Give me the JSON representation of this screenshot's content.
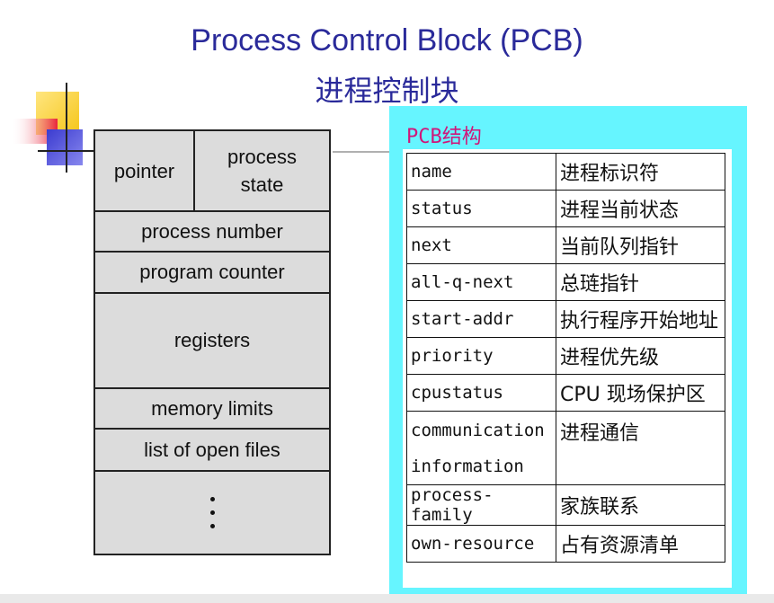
{
  "title": {
    "english": "Process Control Block (PCB)",
    "chinese": "进程控制块"
  },
  "pcb_diagram": {
    "pointer": "pointer",
    "process_state": "process state",
    "rows": [
      "process number",
      "program counter",
      "registers",
      "memory limits",
      "list of open files"
    ],
    "ellipsis": "⋮"
  },
  "pcb_structure": {
    "title": "PCB结构",
    "fields": [
      {
        "name": "name",
        "desc": "进程标识符"
      },
      {
        "name": "status",
        "desc": "进程当前状态"
      },
      {
        "name": "next",
        "desc": "当前队列指针"
      },
      {
        "name": "all-q-next",
        "desc": "总琏指针"
      },
      {
        "name": "start-addr",
        "desc": "执行程序开始地址"
      },
      {
        "name": "priority",
        "desc": "进程优先级"
      },
      {
        "name": "cpustatus",
        "desc": "CPU 现场保护区"
      },
      {
        "name": "communication",
        "name2": "information",
        "desc": "进程通信"
      },
      {
        "name": "process-family",
        "desc": "家族联系"
      },
      {
        "name": "own-resource",
        "desc": "占有资源清单"
      }
    ]
  },
  "colors": {
    "title": "#2a2a9a",
    "panel_bg": "#66f5ff",
    "panel_title": "#d0167a",
    "diagram_bg": "#dcdcdc"
  }
}
